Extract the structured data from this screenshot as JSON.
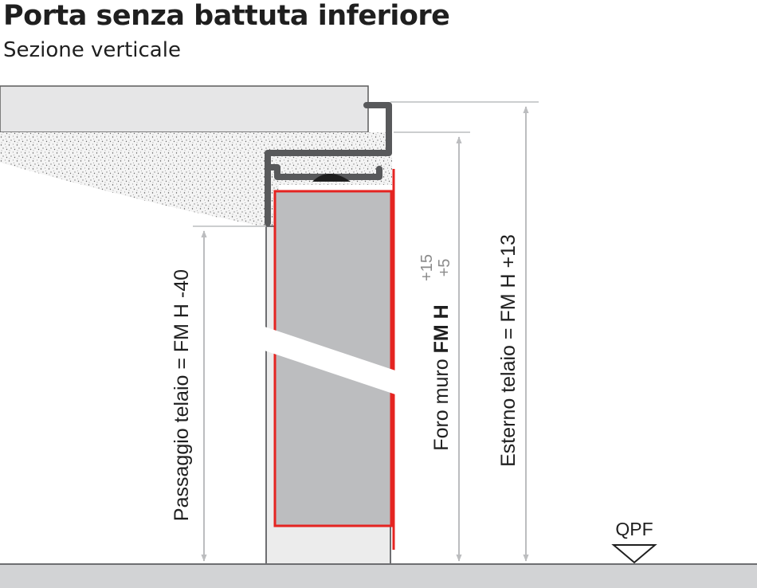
{
  "title": "Porta senza battuta inferiore",
  "subtitle": "Sezione verticale",
  "dimensions": {
    "passaggio": "Passaggio telaio = FM H -40",
    "foro_prefix": "Foro muro ",
    "foro_bold": "FM H",
    "foro_tol_plus": "+15",
    "foro_tol_minus": "+5",
    "esterno": "Esterno telaio = FM H +13"
  },
  "floor_symbol_label": "QPF",
  "colors": {
    "door_leaf": "#bcbdbf",
    "seal_line": "#e52421",
    "frame_profile": "#58595b",
    "wall": "#e6e6e7",
    "floor": "#d2d3d5",
    "dimension_line": "#bcbdbf"
  }
}
